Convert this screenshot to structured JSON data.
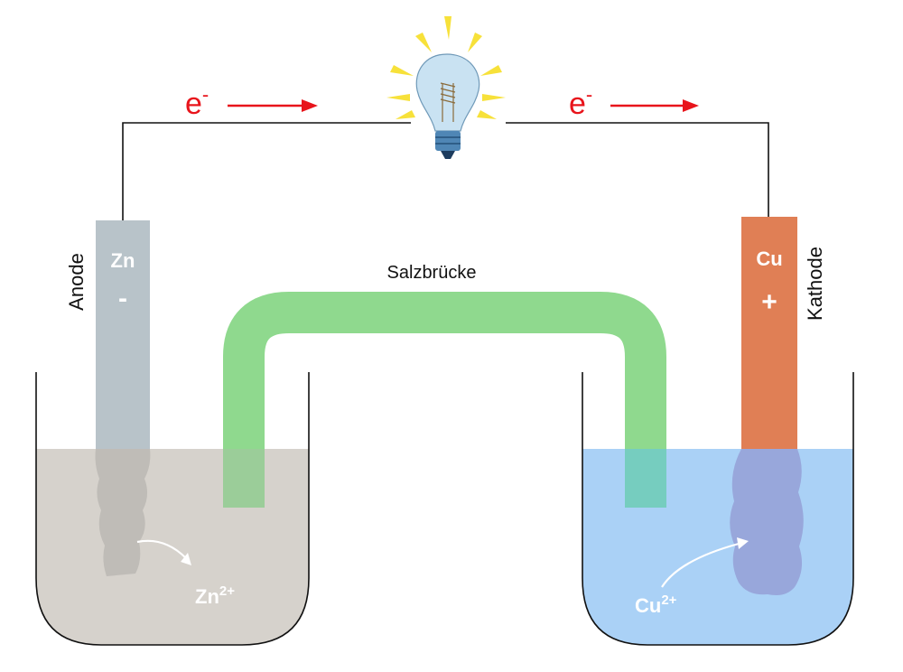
{
  "labels": {
    "electron_left": "e",
    "electron_left_sup": "-",
    "electron_right": "e",
    "electron_right_sup": "-",
    "salt_bridge": "Salzbrücke",
    "anode": "Anode",
    "cathode": "Kathode",
    "zn_symbol": "Zn",
    "zn_sign": "-",
    "cu_symbol": "Cu",
    "cu_sign": "+",
    "zn_ion": "Zn",
    "zn_ion_sup": "2+",
    "cu_ion": "Cu",
    "cu_ion_sup": "2+"
  },
  "colors": {
    "electron_red": "#e8141b",
    "salt_bridge_green": "#8fd98e",
    "zinc_electrode": "#b8c3c9",
    "copper_electrode": "#e07f55",
    "zinc_solution": "#d6d2cc",
    "copper_solution": "#aad1f6",
    "copper_deposit": "#98a7db",
    "wire": "#111111"
  },
  "icons": {
    "light_bulb": "light-bulb-icon",
    "electron_arrow": "right-arrow-icon",
    "ion_arrow": "curved-arrow-icon"
  }
}
